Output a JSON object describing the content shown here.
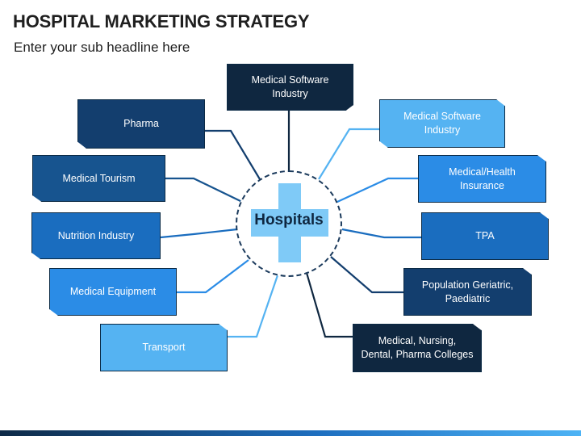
{
  "header": {
    "title": "HOSPITAL MARKETING STRATEGY",
    "subtitle": "Enter your sub headline here"
  },
  "hub": {
    "label": "Hospitals"
  },
  "nodes": [
    {
      "id": "medical-software-top",
      "label": "Medical Software\nIndustry",
      "color": "#0f2740"
    },
    {
      "id": "pharma",
      "label": "Pharma",
      "color": "#133e6e"
    },
    {
      "id": "medical-tourism",
      "label": "Medical Tourism",
      "color": "#17548f"
    },
    {
      "id": "nutrition-industry",
      "label": "Nutrition Industry",
      "color": "#1a6dbf"
    },
    {
      "id": "medical-equipment",
      "label": "Medical Equipment",
      "color": "#2b8ce6"
    },
    {
      "id": "transport",
      "label": "Transport",
      "color": "#55b3f2"
    },
    {
      "id": "medical-software-right",
      "label": "Medical Software\nIndustry",
      "color": "#55b3f2"
    },
    {
      "id": "medical-health-insurance",
      "label": "Medical/Health\nInsurance",
      "color": "#2b8ce6"
    },
    {
      "id": "tpa",
      "label": "TPA",
      "color": "#1a6dbf"
    },
    {
      "id": "population-geriatric",
      "label": "Population Geriatric,\nPaediatric",
      "color": "#133e6e"
    },
    {
      "id": "medical-colleges",
      "label": "Medical, Nursing,\nDental, Pharma Colleges",
      "color": "#0f2740"
    }
  ]
}
